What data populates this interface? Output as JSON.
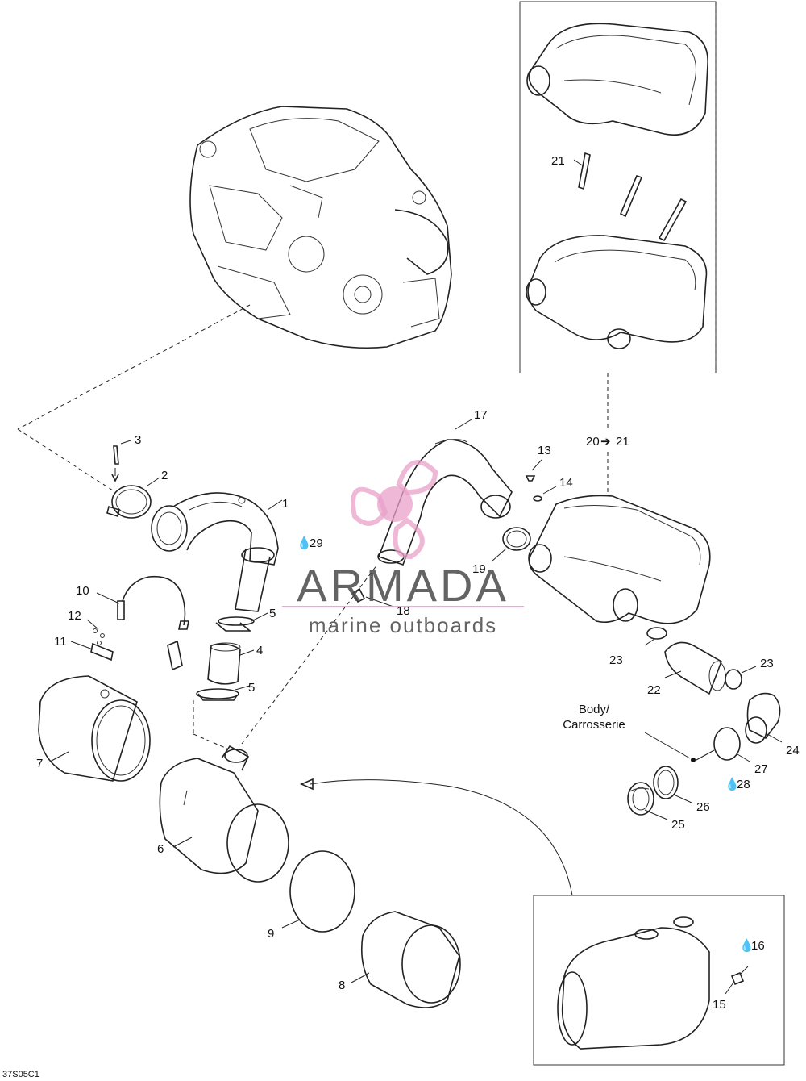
{
  "callouts": {
    "c1": "1",
    "c2": "2",
    "c3": "3",
    "c4": "4",
    "c5a": "5",
    "c5b": "5",
    "c6": "6",
    "c7": "7",
    "c8": "8",
    "c9": "9",
    "c10": "10",
    "c11": "11",
    "c12": "12",
    "c13": "13",
    "c14": "14",
    "c15": "15",
    "c16": "16",
    "c17": "17",
    "c18": "18",
    "c19": "19",
    "c20": "20",
    "c21a": "21",
    "c21b": "21",
    "c22": "22",
    "c23a": "23",
    "c23b": "23",
    "c24": "24",
    "c25": "25",
    "c26": "26",
    "c27": "27",
    "c28": "28",
    "c29": "29"
  },
  "arrow_glyph": "➔",
  "lubricant_glyph": "💧",
  "body_note_line1": "Body/",
  "body_note_line2": "Carrosserie",
  "watermark": {
    "brand": "ARMADA",
    "tagline": "marine outboards",
    "accent_color": "#e8a0c8"
  },
  "figure_code": "37S05C1"
}
